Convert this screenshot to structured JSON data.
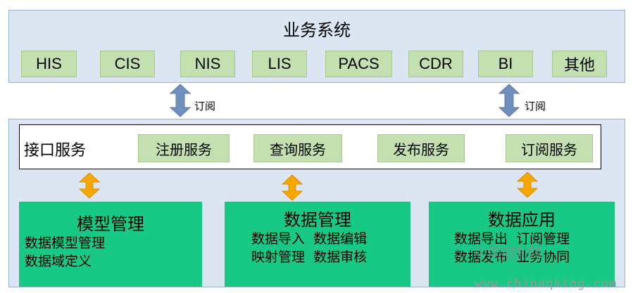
{
  "business": {
    "title": "业务系统",
    "systems": [
      "HIS",
      "CIS",
      "NIS",
      "LIS",
      "PACS",
      "CDR",
      "BI",
      "其他"
    ]
  },
  "subscribe_label": "订阅",
  "interface": {
    "title": "接口服务",
    "services": [
      "注册服务",
      "查询服务",
      "发布服务",
      "订阅服务"
    ]
  },
  "modules": [
    {
      "title": "模型管理",
      "lines": [
        "数据模型管理",
        "数据域定义"
      ]
    },
    {
      "title": "数据管理",
      "lines": [
        "数据导入  数据编辑",
        "映射管理  数据审核"
      ]
    },
    {
      "title": "数据应用",
      "lines": [
        "数据导出  订阅管理",
        "数据发布  业务协同"
      ]
    }
  ],
  "watermark": {
    "cn": "中国期刊网",
    "url": "www.chinaqking.com"
  },
  "colors": {
    "panel_bg": "#dce6f2",
    "box_green_light": "#c4dfb0",
    "module_green": "#18c986",
    "arrow_blue": "#6f8fbf",
    "arrow_orange": "#f5a700"
  }
}
